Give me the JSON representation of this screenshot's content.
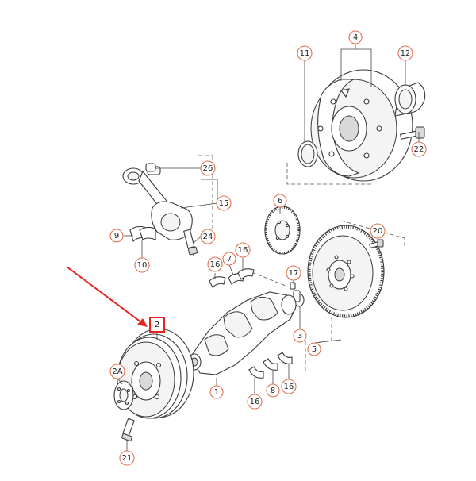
{
  "colors": {
    "callout_ring": "#e07050",
    "highlight": "#e8221f",
    "line": "#3a3a3a"
  },
  "callouts": [
    {
      "id": "c4",
      "label": "4"
    },
    {
      "id": "c11",
      "label": "11"
    },
    {
      "id": "c12",
      "label": "12"
    },
    {
      "id": "c22",
      "label": "22"
    },
    {
      "id": "c26",
      "label": "26"
    },
    {
      "id": "c15",
      "label": "15"
    },
    {
      "id": "c6",
      "label": "6"
    },
    {
      "id": "c9",
      "label": "9"
    },
    {
      "id": "c24",
      "label": "24"
    },
    {
      "id": "c10",
      "label": "10"
    },
    {
      "id": "c16a",
      "label": "16"
    },
    {
      "id": "c7",
      "label": "7"
    },
    {
      "id": "c16b",
      "label": "16"
    },
    {
      "id": "c20",
      "label": "20"
    },
    {
      "id": "c17",
      "label": "17"
    },
    {
      "id": "c3",
      "label": "3"
    },
    {
      "id": "c5",
      "label": "5"
    },
    {
      "id": "c2",
      "label": "2"
    },
    {
      "id": "c2a",
      "label": "2A"
    },
    {
      "id": "c1",
      "label": "1"
    },
    {
      "id": "c16c",
      "label": "16"
    },
    {
      "id": "c8",
      "label": "8"
    },
    {
      "id": "c16d",
      "label": "16"
    },
    {
      "id": "c21",
      "label": "21"
    }
  ],
  "highlighted_part": "2"
}
